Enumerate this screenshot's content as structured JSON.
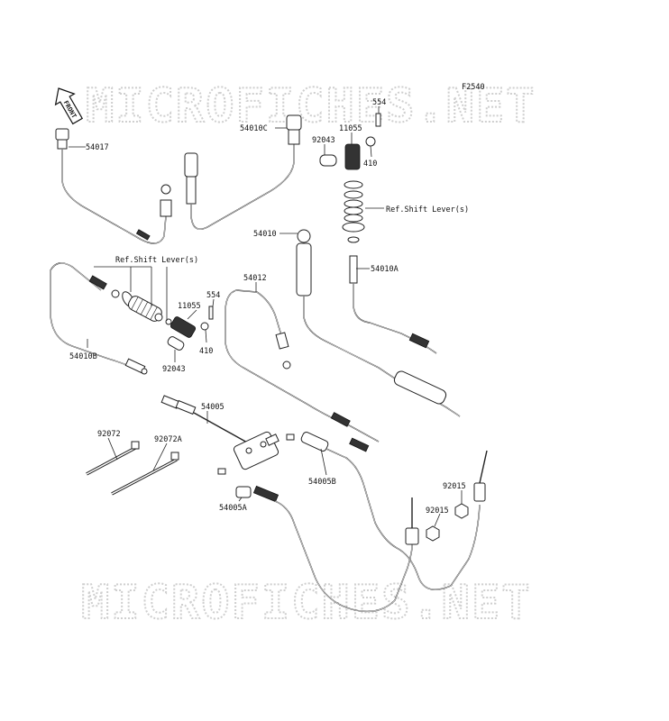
{
  "diagram": {
    "code": "F2540",
    "watermark": "MICROFICHES.NET",
    "arrow_label": "FRONT",
    "ref_labels": [
      "Ref.Shift Lever(s)",
      "Ref.Shift Lever(s)"
    ],
    "part_labels": [
      "54017",
      "54010C",
      "92043",
      "11055",
      "554",
      "410",
      "54010",
      "54010A",
      "54012",
      "11055",
      "554",
      "410",
      "92043",
      "54010B",
      "54005",
      "92072",
      "92072A",
      "54005B",
      "54005A",
      "92015",
      "92015"
    ]
  }
}
